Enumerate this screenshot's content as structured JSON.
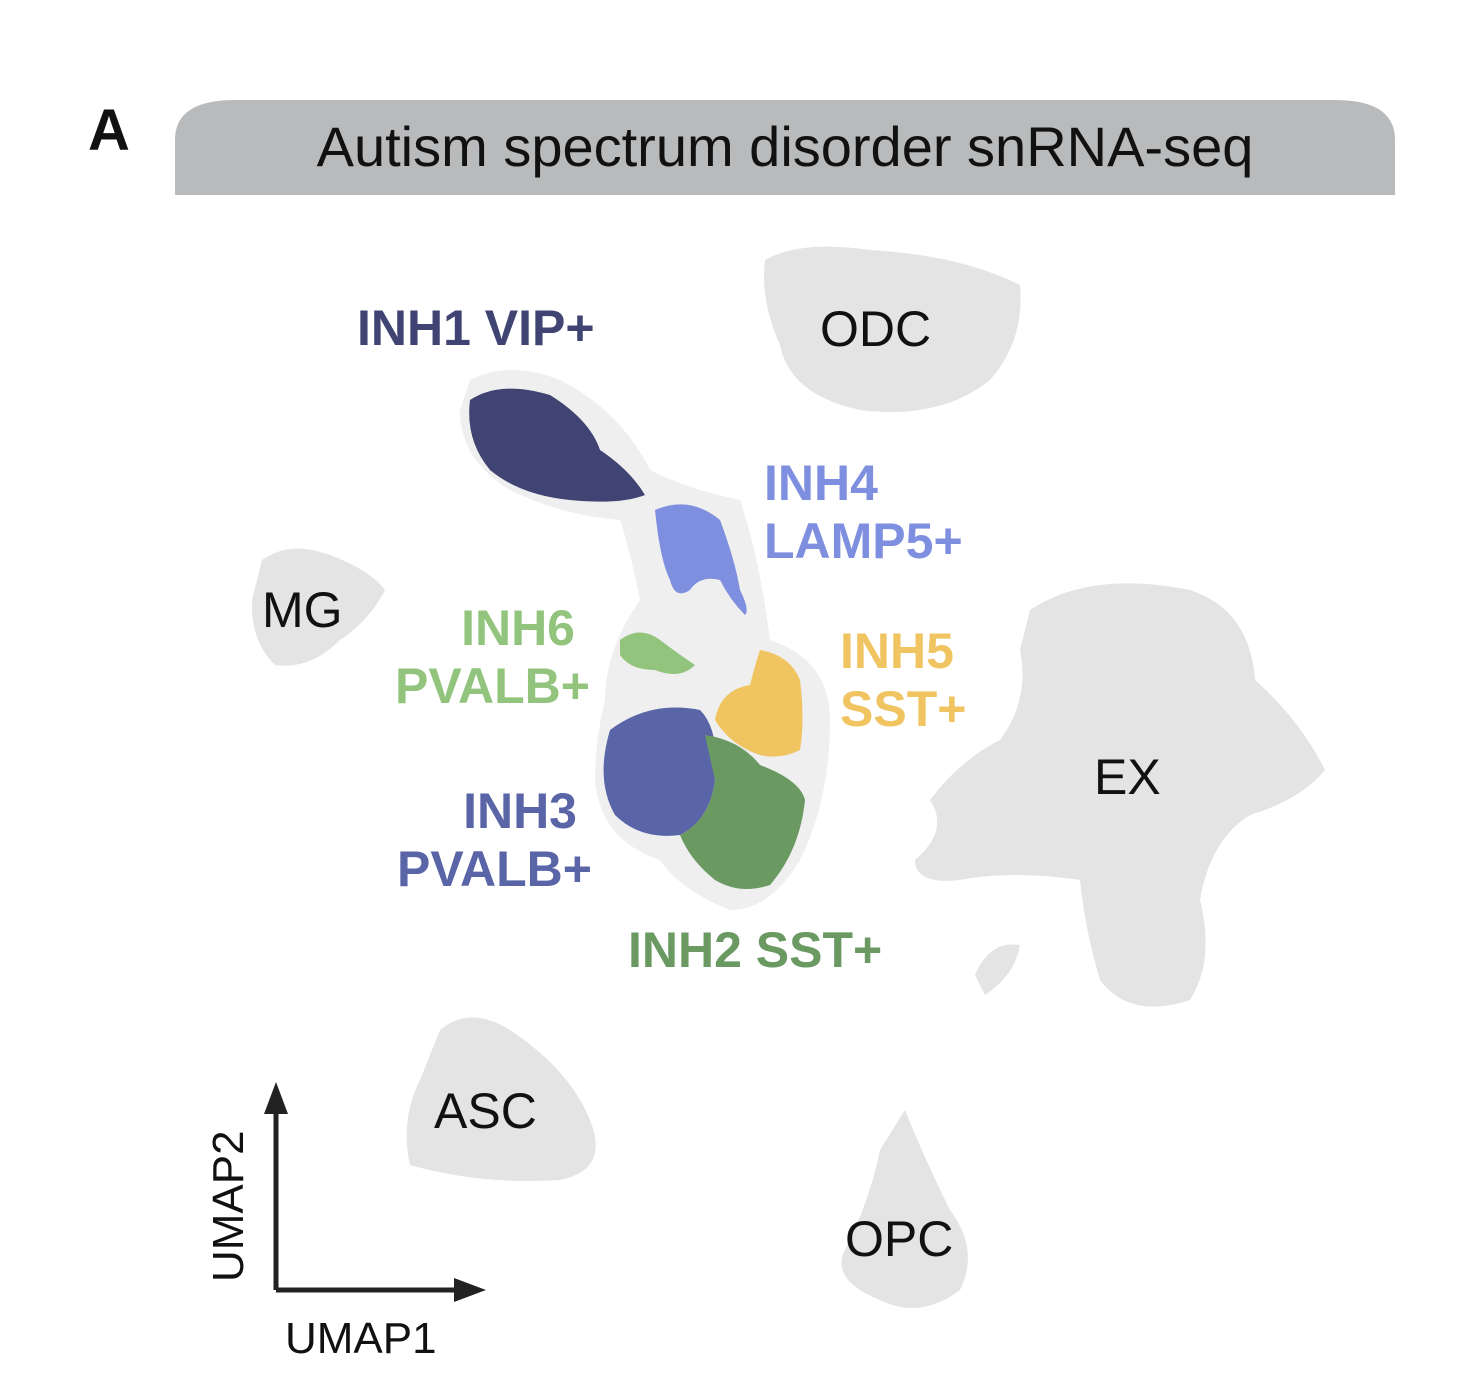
{
  "panel_letter": "A",
  "header": {
    "title": "Autism spectrum disorder snRNA-seq"
  },
  "chart_data": {
    "type": "scatter",
    "title": "Autism spectrum disorder snRNA-seq",
    "xlabel": "UMAP1",
    "ylabel": "UMAP2",
    "grid": false,
    "legend": "inline labels",
    "clusters": [
      {
        "id": "INH1",
        "label_lines": [
          "INH1 VIP+"
        ],
        "color": "#3f4472",
        "highlighted": true
      },
      {
        "id": "INH4",
        "label_lines": [
          "INH4",
          "LAMP5+"
        ],
        "color": "#7f8fe0",
        "highlighted": true
      },
      {
        "id": "INH6",
        "label_lines": [
          "INH6",
          "PVALB+"
        ],
        "color": "#92c47d",
        "highlighted": true
      },
      {
        "id": "INH5",
        "label_lines": [
          "INH5",
          "SST+"
        ],
        "color": "#f0c460",
        "highlighted": true
      },
      {
        "id": "INH3",
        "label_lines": [
          "INH3",
          "PVALB+"
        ],
        "color": "#5a65a8",
        "highlighted": true
      },
      {
        "id": "INH2",
        "label_lines": [
          "INH2 SST+"
        ],
        "color": "#6a9a62",
        "highlighted": true
      },
      {
        "id": "ODC",
        "label_lines": [
          "ODC"
        ],
        "color": "#e4e4e4",
        "highlighted": false
      },
      {
        "id": "MG",
        "label_lines": [
          "MG"
        ],
        "color": "#e4e4e4",
        "highlighted": false
      },
      {
        "id": "EX",
        "label_lines": [
          "EX"
        ],
        "color": "#e4e4e4",
        "highlighted": false
      },
      {
        "id": "ASC",
        "label_lines": [
          "ASC"
        ],
        "color": "#e4e4e4",
        "highlighted": false
      },
      {
        "id": "OPC",
        "label_lines": [
          "OPC"
        ],
        "color": "#e4e4e4",
        "highlighted": false
      }
    ]
  },
  "colors": {
    "header_bg": "#b9babb",
    "background_cells": "#e4e4e4",
    "inh_halo": "#efefef"
  }
}
